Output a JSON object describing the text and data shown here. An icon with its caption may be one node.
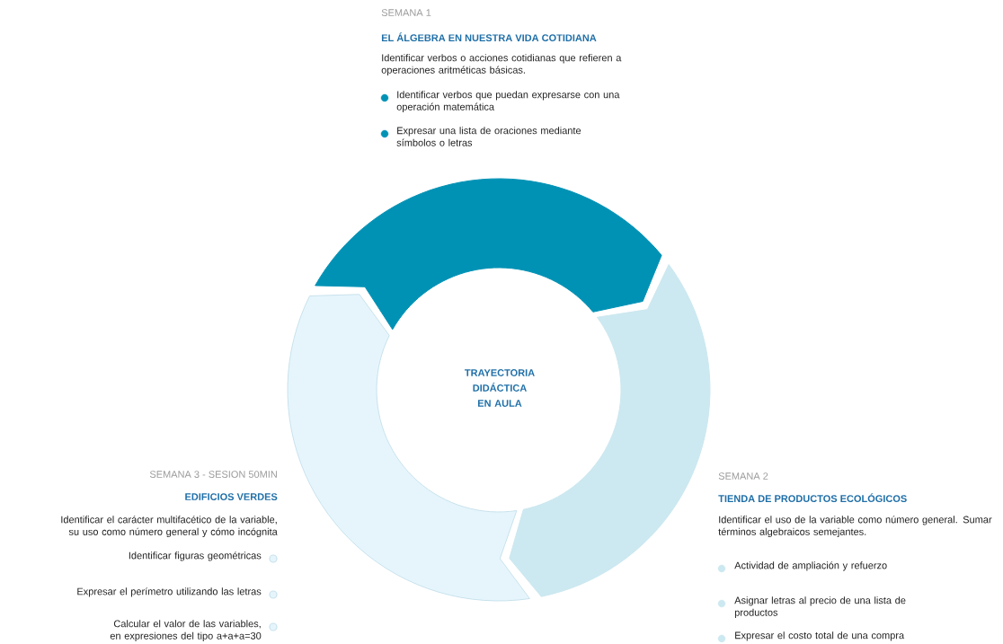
{
  "diagram": {
    "nodes": [
      {
        "text": [],
        "shape": "arc",
        "beside": [
          "SEMANA 1",
          "EL ÁLGEBRA EN NUESTRA VIDA COTIDIANA",
          "Identificar verbos o acciones cotidianas que refieren a operaciones aritméticas básicas.",
          "Identificar verbos que puedan expresarse con una operación matemática",
          "Expresar una lista de oraciones mediante símbolos o letras"
        ]
      },
      {
        "text": [],
        "shape": "arc",
        "beside": [
          "SEMANA 2",
          "TIENDA DE PRODUCTOS ECOLÓGICOS",
          "Identificar el uso de la variable como número general. Sumar términos algebraicos semejantes.",
          "Actividad de ampliación y refuerzo",
          "Asignar letras al precio de una lista de productos",
          "Expresar el costo total de una compra"
        ]
      },
      {
        "text": [],
        "shape": "arc",
        "beside": [
          "SEMANA 3 - SESION 50MIN",
          "EDIFICIOS VERDES",
          "Identificar el carácter multifacético de la variable, su uso como número general y cómo incógnita",
          "Identificar figuras geométricas",
          "Expresar el perímetro utilizando las letras",
          "Calcular el valor de las variables, en expresiones del tipo a+a+a=30"
        ]
      },
      {
        "text": [
          "TRAYECTORIA DIDÁCTICA EN AULA"
        ]
      }
    ]
  }
}
